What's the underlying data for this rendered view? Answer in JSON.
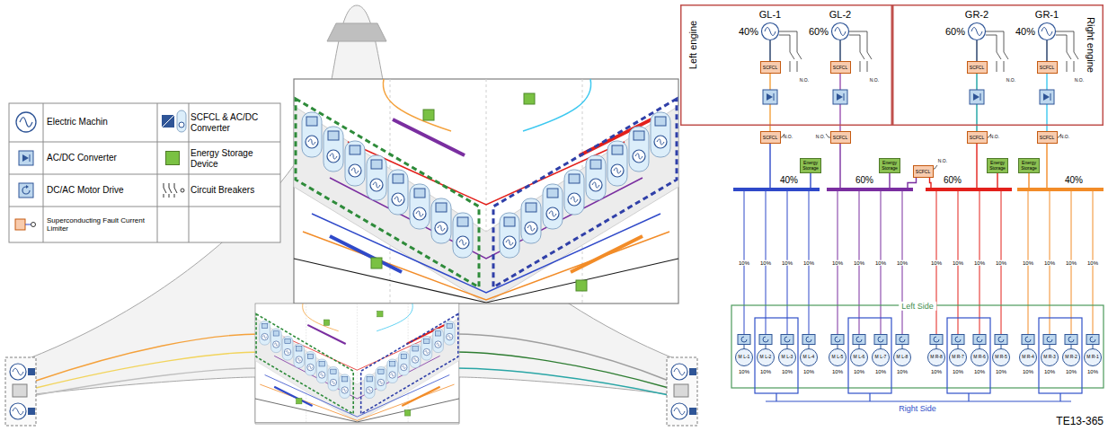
{
  "diagram": {
    "nodes": [
      {
        "text": [
          "Left engine"
        ]
      },
      {
        "text": [
          "GL-1",
          "40%"
        ],
        "in": 0
      },
      {
        "text": [
          "SCFCL"
        ],
        "in": 0
      },
      {
        "text": [
          "GL-2",
          "60%"
        ],
        "in": 0
      },
      {
        "text": [
          "SCFCL"
        ],
        "in": 0
      },
      {
        "text": [
          "Right engine"
        ]
      },
      {
        "text": [
          "GR-2",
          "60%"
        ],
        "in": 5
      },
      {
        "text": [
          "SCFCL"
        ],
        "in": 5
      },
      {
        "text": [
          "GR-1",
          "40%"
        ],
        "in": 5
      },
      {
        "text": [
          "SCFCL"
        ],
        "in": 5
      },
      {
        "text": [
          "Energy Storage"
        ]
      },
      {
        "text": [
          "Energy Storage"
        ]
      },
      {
        "text": [
          "Energy Storage"
        ]
      },
      {
        "text": [
          "Energy Storage"
        ]
      },
      {
        "text": [
          "SCFCL"
        ]
      },
      {
        "text": [
          "SCFCL"
        ]
      },
      {
        "text": [
          "SCFCL"
        ]
      },
      {
        "text": [
          "SCFCL"
        ]
      },
      {
        "text": [
          "SCFCL"
        ]
      },
      {
        "text": [
          "40%"
        ]
      },
      {
        "text": [
          "60%"
        ]
      },
      {
        "text": [
          "60%"
        ]
      },
      {
        "text": [
          "40%"
        ]
      },
      {
        "text": [
          "M L-1",
          "10%"
        ]
      },
      {
        "text": [
          "M L-2",
          "10%"
        ]
      },
      {
        "text": [
          "M L-3",
          "10%"
        ]
      },
      {
        "text": [
          "M L-4",
          "10%"
        ]
      },
      {
        "text": [
          "M L-5",
          "10%"
        ]
      },
      {
        "text": [
          "M L-6",
          "10%"
        ]
      },
      {
        "text": [
          "M L-7",
          "10%"
        ]
      },
      {
        "text": [
          "M L-8",
          "10%"
        ]
      },
      {
        "text": [
          "M R-8",
          "10%"
        ]
      },
      {
        "text": [
          "M R-7",
          "10%"
        ]
      },
      {
        "text": [
          "M R-6",
          "10%"
        ]
      },
      {
        "text": [
          "M R-5",
          "10%"
        ]
      },
      {
        "text": [
          "M R-4",
          "10%"
        ]
      },
      {
        "text": [
          "M R-3",
          "10%"
        ]
      },
      {
        "text": [
          "M R-2",
          "10%"
        ]
      },
      {
        "text": [
          "M R-1",
          "10%"
        ]
      }
    ],
    "edges": [
      {
        "from": 1,
        "to": 2,
        "arrow": "none"
      },
      {
        "from": 3,
        "to": 4,
        "arrow": "none"
      },
      {
        "from": 6,
        "to": 7,
        "arrow": "none"
      },
      {
        "from": 8,
        "to": 9,
        "arrow": "none"
      },
      {
        "from": 2,
        "to": 14,
        "arrow": "none"
      },
      {
        "from": 4,
        "to": 15,
        "arrow": "none"
      },
      {
        "from": 7,
        "to": 17,
        "arrow": "none"
      },
      {
        "from": 9,
        "to": 18,
        "arrow": "none"
      },
      {
        "from": 14,
        "to": 19,
        "arrow": "none"
      },
      {
        "from": 15,
        "to": 20,
        "arrow": "none"
      },
      {
        "from": 17,
        "to": 21,
        "arrow": "none"
      },
      {
        "from": 18,
        "to": 22,
        "arrow": "none"
      },
      {
        "from": 16,
        "to": 20,
        "arrow": "none"
      },
      {
        "from": 16,
        "to": 21,
        "arrow": "none"
      },
      {
        "from": 10,
        "to": 19,
        "arrow": "none"
      },
      {
        "from": 11,
        "to": 20,
        "arrow": "none"
      },
      {
        "from": 12,
        "to": 21,
        "arrow": "none"
      },
      {
        "from": 13,
        "to": 22,
        "arrow": "none"
      },
      {
        "from": 19,
        "to": 23,
        "label": "10%",
        "arrow": "none"
      },
      {
        "from": 19,
        "to": 24,
        "label": "10%",
        "arrow": "none"
      },
      {
        "from": 19,
        "to": 25,
        "label": "10%",
        "arrow": "none"
      },
      {
        "from": 19,
        "to": 26,
        "label": "10%",
        "arrow": "none"
      },
      {
        "from": 20,
        "to": 27,
        "label": "10%",
        "arrow": "none"
      },
      {
        "from": 20,
        "to": 28,
        "label": "10%",
        "arrow": "none"
      },
      {
        "from": 20,
        "to": 29,
        "label": "10%",
        "arrow": "none"
      },
      {
        "from": 20,
        "to": 30,
        "label": "10%",
        "arrow": "none"
      },
      {
        "from": 21,
        "to": 31,
        "label": "10%",
        "arrow": "none"
      },
      {
        "from": 21,
        "to": 32,
        "label": "10%",
        "arrow": "none"
      },
      {
        "from": 21,
        "to": 33,
        "label": "10%",
        "arrow": "none"
      },
      {
        "from": 21,
        "to": 34,
        "label": "10%",
        "arrow": "none"
      },
      {
        "from": 22,
        "to": 35,
        "label": "10%",
        "arrow": "none"
      },
      {
        "from": 22,
        "to": 36,
        "label": "10%",
        "arrow": "none"
      },
      {
        "from": 22,
        "to": 37,
        "label": "10%",
        "arrow": "none"
      },
      {
        "from": 22,
        "to": 38,
        "label": "10%",
        "arrow": "none"
      }
    ],
    "labels": [
      "N.O.",
      "N.O.",
      "N.O.",
      "N.O.",
      "N.O.",
      "N.O.",
      "N.O.",
      "N.O.",
      "N.O.",
      "Left Side",
      "Right Side",
      "TE13-365"
    ],
    "legend": [
      {
        "text": "Electric Machin"
      },
      {
        "text": "SCFCL & AC/DC Converter"
      },
      {
        "text": "AC/DC Converter"
      },
      {
        "text": "Energy Storage Device",
        "color": "#7ac143"
      },
      {
        "text": "DC/AC Motor Drive"
      },
      {
        "text": "Circuit Breakers"
      },
      {
        "text": "Superconducting Fault Current Limiter"
      }
    ]
  }
}
